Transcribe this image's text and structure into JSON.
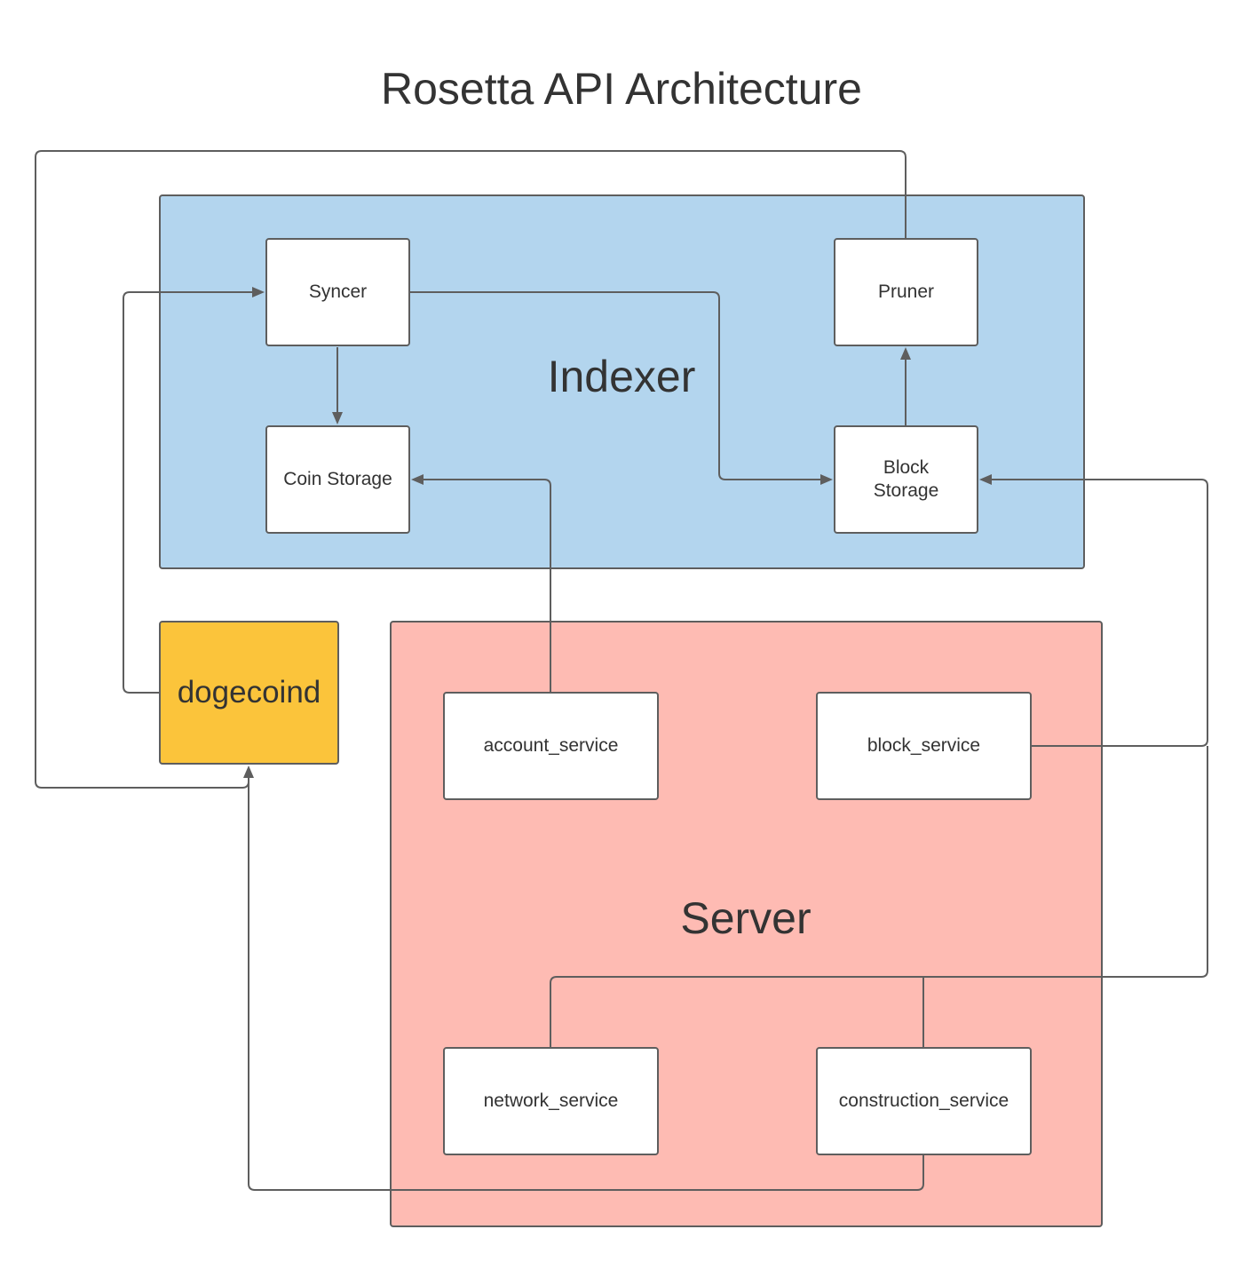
{
  "title": "Rosetta API Architecture",
  "colors": {
    "indexer_fill": "#b3d5ee",
    "server_fill": "#febbb3",
    "dogecoind_fill": "#fbc43b",
    "node_fill": "#ffffff",
    "line": "#5e5e5e",
    "text": "#333333"
  },
  "groups": {
    "indexer": {
      "label": "Indexer"
    },
    "server": {
      "label": "Server"
    }
  },
  "nodes": {
    "syncer": "Syncer",
    "coin_storage": "Coin Storage",
    "pruner": "Pruner",
    "block_storage_line1": "Block",
    "block_storage_line2": "Storage",
    "dogecoind": "dogecoind",
    "account_service": "account_service",
    "block_service": "block_service",
    "network_service": "network_service",
    "construction_service": "construction_service"
  },
  "edges": [
    {
      "from": "dogecoind",
      "to": "Syncer"
    },
    {
      "from": "Syncer",
      "to": "Coin Storage"
    },
    {
      "from": "Syncer",
      "to": "Block Storage"
    },
    {
      "from": "Block Storage",
      "to": "Pruner"
    },
    {
      "from": "Pruner",
      "to": "dogecoind"
    },
    {
      "from": "account_service",
      "to": "Coin Storage"
    },
    {
      "from": "block_service",
      "to": "Block Storage"
    },
    {
      "from": "network_service",
      "to": "Block Storage"
    },
    {
      "from": "construction_service",
      "to": "Block Storage"
    },
    {
      "from": "construction_service",
      "to": "dogecoind"
    }
  ]
}
